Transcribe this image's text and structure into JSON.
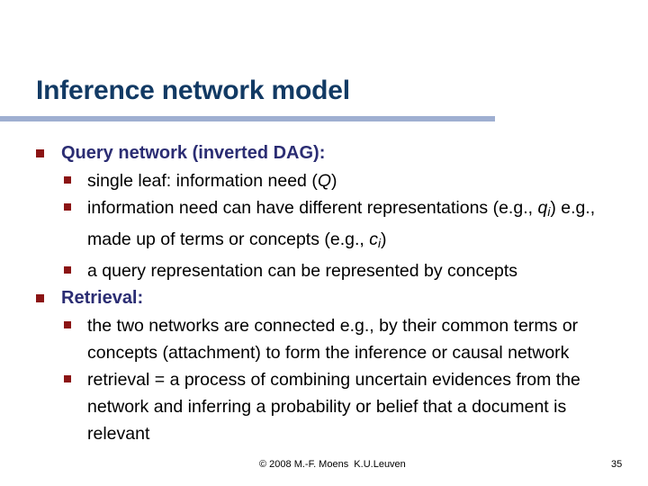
{
  "slide": {
    "title": "Inference network model",
    "colors": {
      "title": "#123A64",
      "rule": "#9FAFD1",
      "bullet": "#8B1414",
      "heading_text": "#2B2D73",
      "body_text": "#000000",
      "background": "#ffffff"
    },
    "bullets": [
      {
        "level": 1,
        "text": "Query network (inverted DAG):",
        "children": [
          {
            "level": 2,
            "segments": [
              {
                "type": "plain",
                "text": "single leaf: information need ("
              },
              {
                "type": "var",
                "text": "Q",
                "sub": ""
              },
              {
                "type": "plain",
                "text": ")"
              }
            ],
            "text": "single leaf: information need (Q)"
          },
          {
            "level": 2,
            "segments": [
              {
                "type": "plain",
                "text": "information need can have different representations (e.g., "
              },
              {
                "type": "var",
                "text": "q",
                "sub": "i"
              },
              {
                "type": "plain",
                "text": ") e.g., made up of terms or concepts (e.g., "
              },
              {
                "type": "var",
                "text": "c",
                "sub": "i"
              },
              {
                "type": "plain",
                "text": ")"
              }
            ],
            "text": "information need can have different representations (e.g., qi) e.g., made up of terms or concepts (e.g., ci)"
          },
          {
            "level": 2,
            "text": "a query representation can be represented by concepts"
          }
        ]
      },
      {
        "level": 1,
        "text": "Retrieval:",
        "children": [
          {
            "level": 2,
            "text": "the two networks are connected e.g., by their common terms or concepts (attachment) to form the inference or causal network"
          },
          {
            "level": 2,
            "text": "retrieval = a process of combining uncertain evidences from the network and inferring a probability or belief that a document is relevant"
          }
        ]
      }
    ]
  },
  "footer": {
    "credit": "© 2008 M.-F. Moens  K.U.Leuven",
    "page_number": "35"
  }
}
